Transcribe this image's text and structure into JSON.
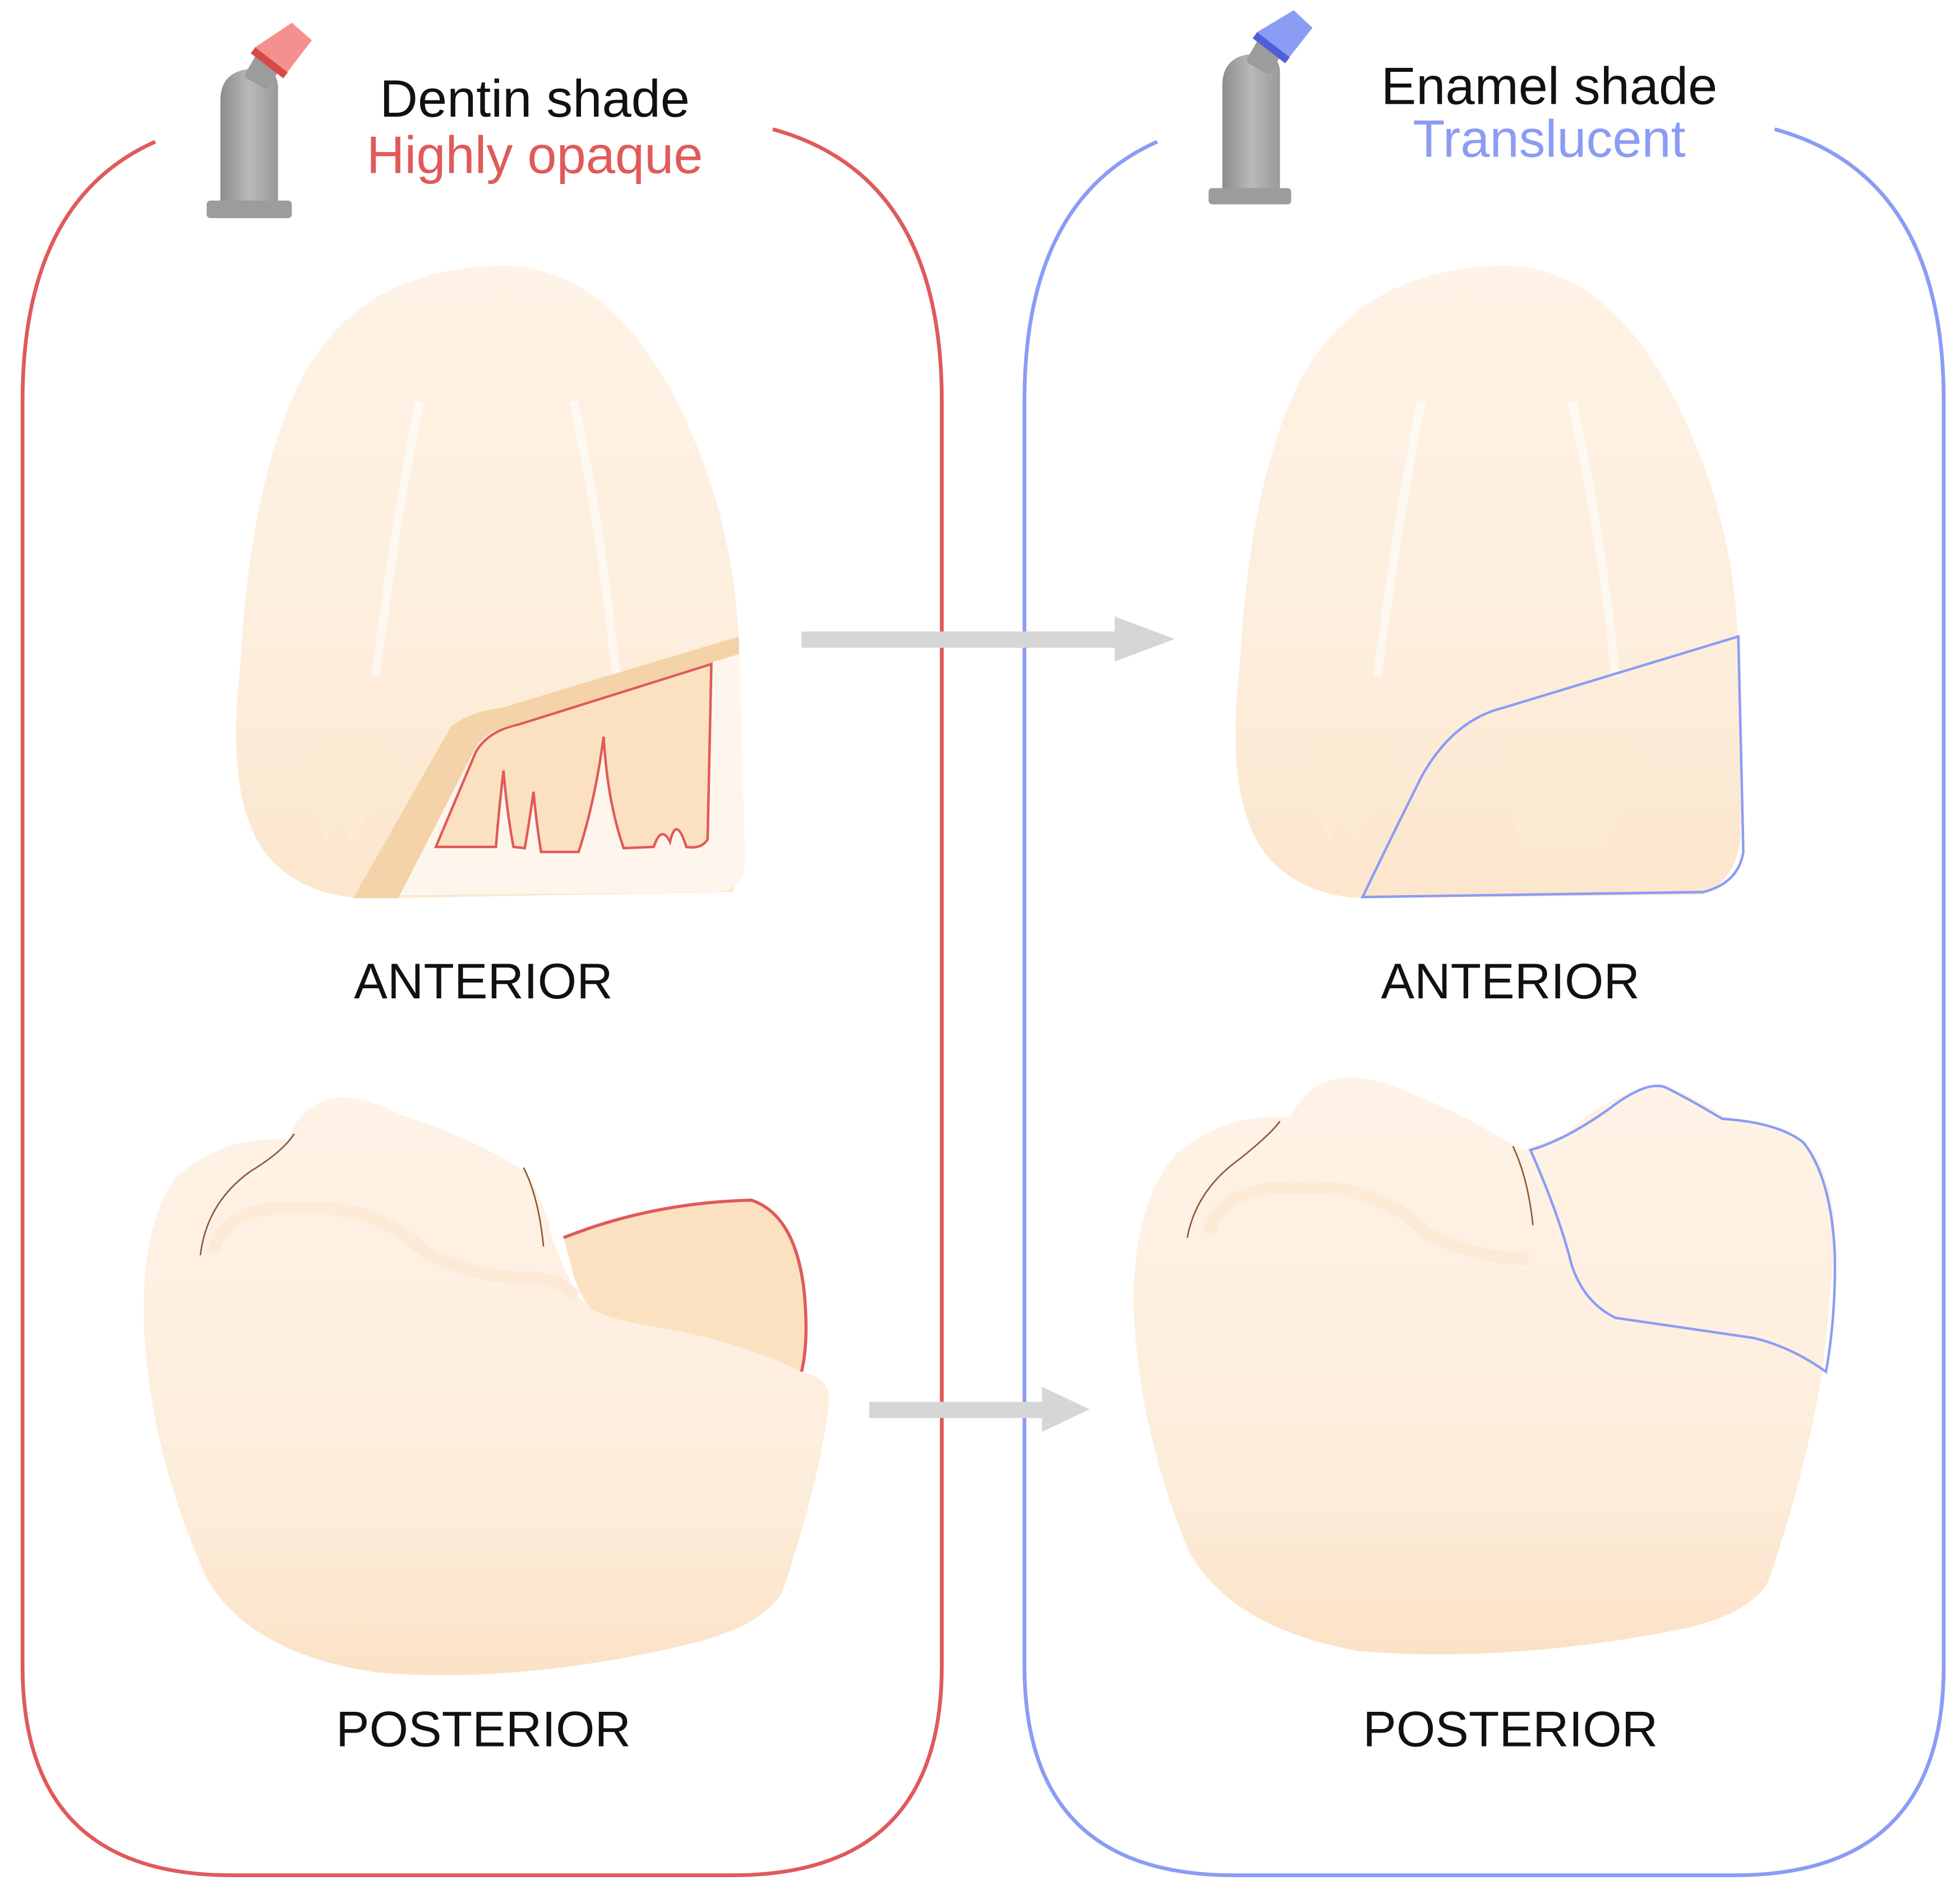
{
  "panels": {
    "dentin": {
      "title": "Dentin shade",
      "subtitle": "Highly opaque",
      "anterior_label": "ANTERIOR",
      "posterior_label": "POSTERIOR"
    },
    "enamel": {
      "title": "Enamel shade",
      "subtitle": "Translucent",
      "anterior_label": "ANTERIOR",
      "posterior_label": "POSTERIOR"
    }
  },
  "colors": {
    "dentin_accent": "#E05A5A",
    "enamel_accent": "#8B9CF4",
    "tooth_base": "#FDF0E2",
    "tooth_shadow": "#FBE3C8",
    "dentin_fill": "#FCE3C6",
    "bevel": "#F4D3A8",
    "arrow": "#D6D6D6",
    "syringe_body": "#A8A8A8",
    "text": "#111111"
  },
  "icons": {
    "dentin_syringe": "composite-syringe-icon",
    "enamel_syringe": "composite-syringe-icon",
    "arrow": "right-arrow-icon"
  }
}
